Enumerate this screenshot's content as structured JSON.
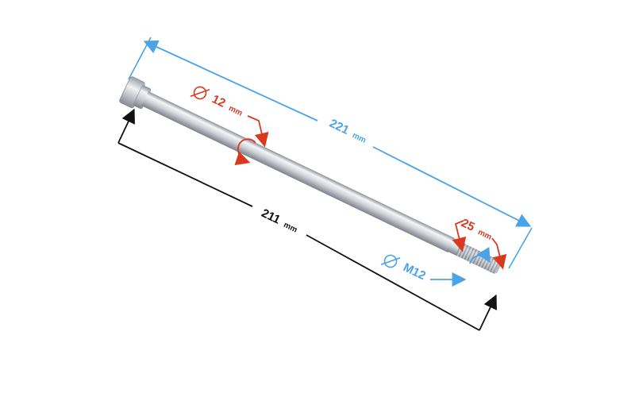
{
  "colors": {
    "background": "#ffffff",
    "blue_dim": "#4aa3e8",
    "red_dim": "#d9391f",
    "black_dim": "#111111",
    "metal_light": "#f4f5f7",
    "metal_mid": "#c9ccd2",
    "metal_dark": "#8c9098"
  },
  "dimensions": {
    "overall_length": {
      "value": "221",
      "unit": "mm"
    },
    "shaft_length": {
      "value": "211",
      "unit": "mm"
    },
    "shaft_diameter": {
      "value": "12",
      "unit": "mm",
      "symbol": "∅"
    },
    "thread_length": {
      "value": "25",
      "unit": "mm"
    },
    "thread_size": {
      "value": "M12",
      "symbol": "∅"
    }
  },
  "icons": [
    "diameter-symbol-icon",
    "arrowhead-icon"
  ]
}
